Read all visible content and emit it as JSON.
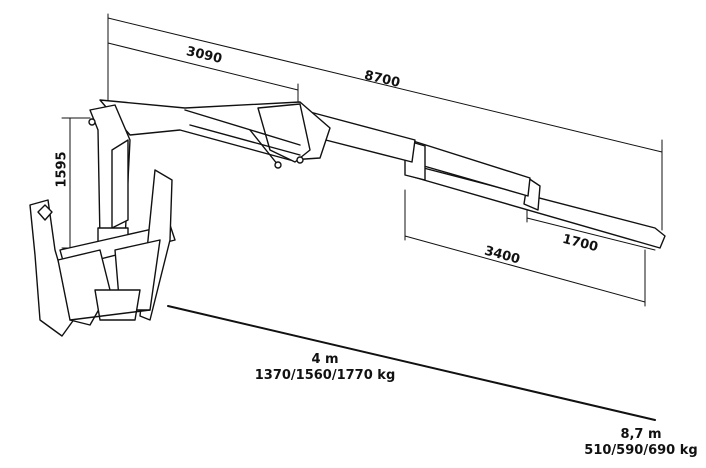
{
  "dimensions": {
    "total_reach": "8700",
    "first_boom": "3090",
    "extension_outer": "3400",
    "extension_inner": "1700",
    "column_height": "1595"
  },
  "capacities": [
    {
      "reach": "4 m",
      "loads": "1370/1560/1770 kg"
    },
    {
      "reach": "8,7 m",
      "loads": "510/590/690 kg"
    }
  ],
  "colors": {
    "line": "#111111",
    "background": "#ffffff"
  }
}
